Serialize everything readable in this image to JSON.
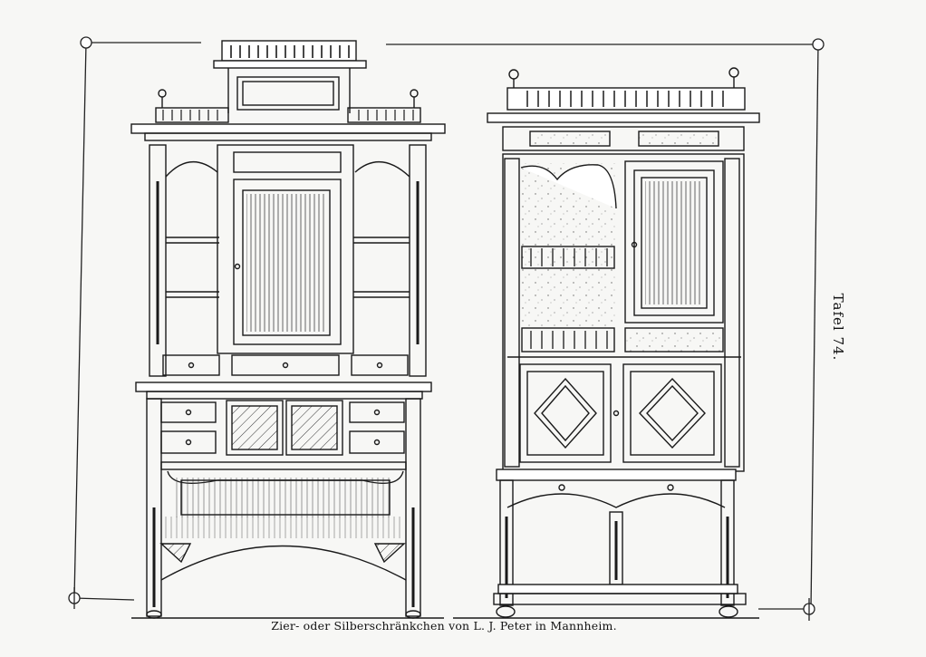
{
  "plate": {
    "number_label": "Tafel 74.",
    "caption": "Zier- oder Silberschränkchen von L. J. Peter in Mannheim."
  },
  "illustrations": [
    {
      "name": "left-cabinet-drawing"
    },
    {
      "name": "right-cabinet-drawing"
    }
  ],
  "colors": {
    "ink": "#1a1a1a",
    "paper": "#f7f7f5",
    "glass": "#9a9a9a"
  }
}
